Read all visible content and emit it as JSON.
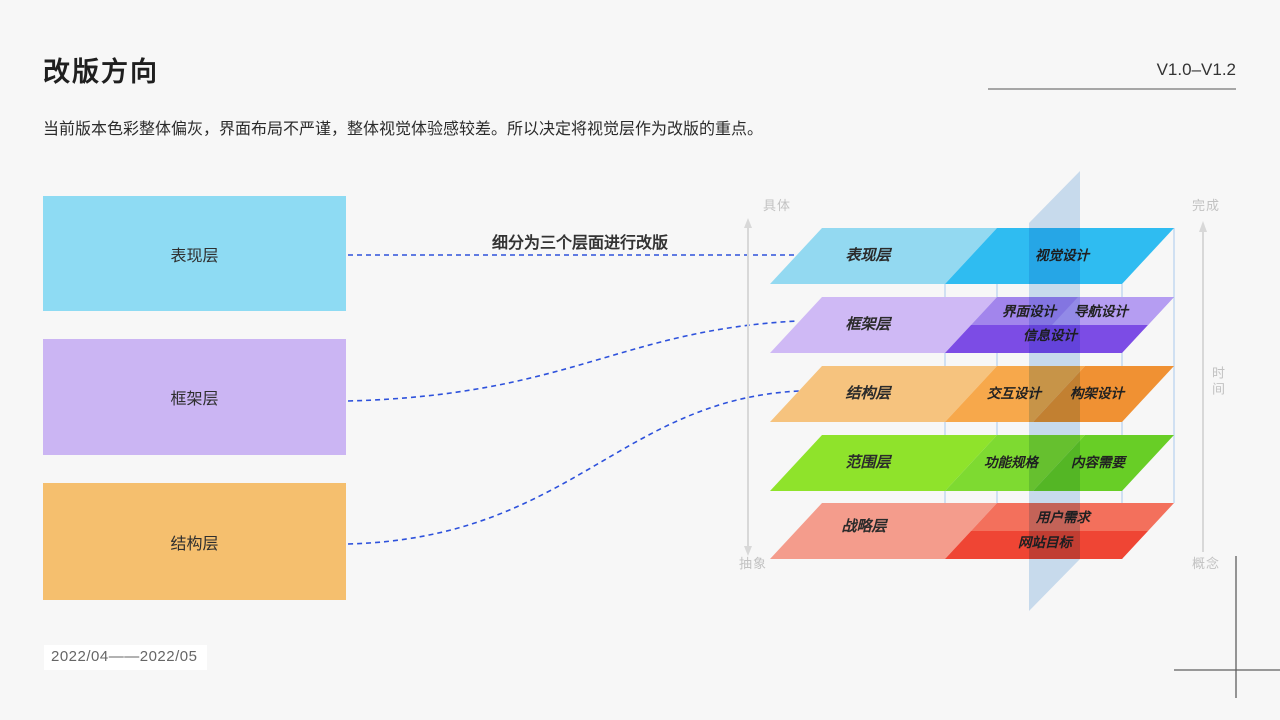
{
  "page_bg": "#F7F7F7",
  "header": {
    "title": "改版方向",
    "version": "V1.0–V1.2",
    "description": "当前版本色彩整体偏灰，界面布局不严谨，整体视觉体验感较差。所以决定将视觉层作为改版的重点。"
  },
  "left_panel": {
    "boxes": [
      {
        "label": "表现层",
        "color": "#8EDBF3"
      },
      {
        "label": "框架层",
        "color": "#CBB5F3"
      },
      {
        "label": "结构层",
        "color": "#F5BF6E"
      }
    ],
    "note": "细分为三个层面进行改版"
  },
  "diagram": {
    "axes": {
      "left_top": "具体",
      "left_bottom": "抽象",
      "right_top": "完成",
      "right_bottom": "概念",
      "right_middle": "时间"
    },
    "layers": [
      {
        "name": "表现层",
        "left_color": "#93D9F1",
        "zones": [
          {
            "label": "视觉设计",
            "color": "#2FBCF1"
          }
        ]
      },
      {
        "name": "框架层",
        "left_color": "#CFB9F5",
        "zones": [
          {
            "label": "界面设计",
            "color": "#A285EC"
          },
          {
            "label": "导航设计",
            "color": "#B59DF2"
          },
          {
            "label": "信息设计",
            "color": "#7C4CE5"
          }
        ]
      },
      {
        "name": "结构层",
        "left_color": "#F6C37E",
        "zones": [
          {
            "label": "交互设计",
            "color": "#F7A84B"
          },
          {
            "label": "构架设计",
            "color": "#F09133"
          }
        ]
      },
      {
        "name": "范围层",
        "left_color": "#8FE32B",
        "zones": [
          {
            "label": "功能规格",
            "color": "#7EDA31"
          },
          {
            "label": "内容需要",
            "color": "#68CE26"
          }
        ]
      },
      {
        "name": "战略层",
        "left_color": "#F49C8C",
        "zones": [
          {
            "label": "用户需求",
            "color": "#F3705C"
          },
          {
            "label": "网站目标",
            "color": "#EF4534"
          }
        ]
      }
    ],
    "band_color": "#C9DEF3",
    "wireframe_color": "#A9C9EC",
    "connector_color": "#2E52DC",
    "axis_color": "#D8D8D8"
  },
  "decor": {
    "crosshair_color": "#5F5F5F"
  },
  "footer": {
    "date_range": "2022/04——2022/05"
  }
}
